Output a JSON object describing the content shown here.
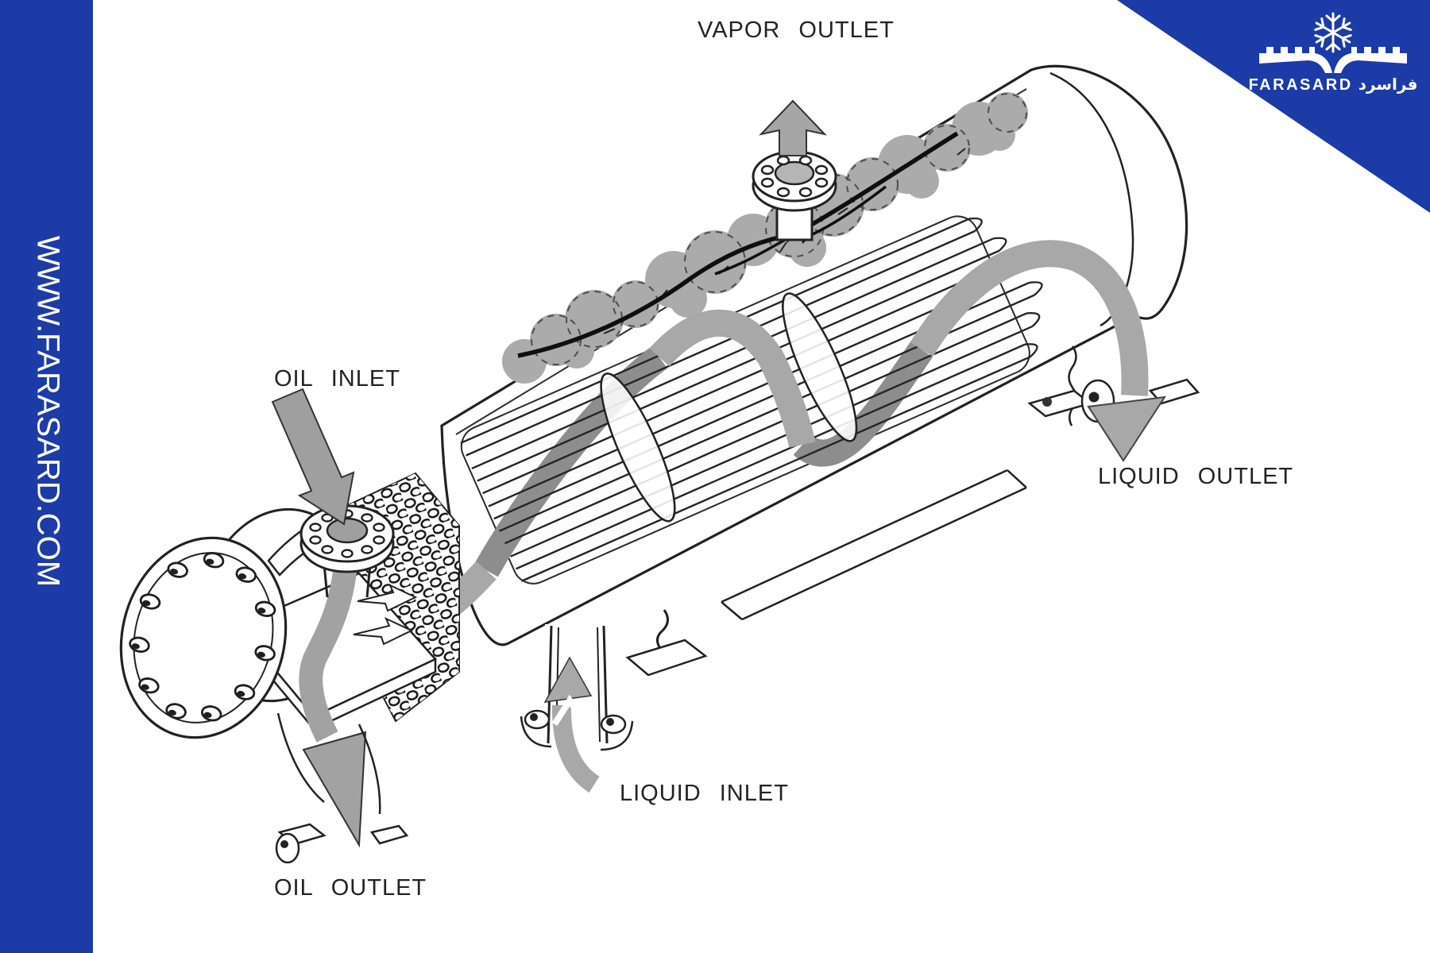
{
  "branding": {
    "website_vertical": "WWW.FARASARD.COM",
    "logo_name": "FARASARD",
    "logo_name_fa": "فراسرد",
    "brand_blue": "#1d3ba6"
  },
  "diagram": {
    "labels": {
      "vapor_outlet": "VAPOR OUTLET",
      "oil_inlet": "OIL INLET",
      "liquid_outlet": "LIQUID OUTLET",
      "liquid_inlet": "LIQUID INLET",
      "oil_outlet": "OIL OUTLET"
    },
    "colors": {
      "line": "#222222",
      "flow_arrow_gray": "#a6a6a6",
      "vapor_cloud_gray": "#ababab"
    }
  }
}
